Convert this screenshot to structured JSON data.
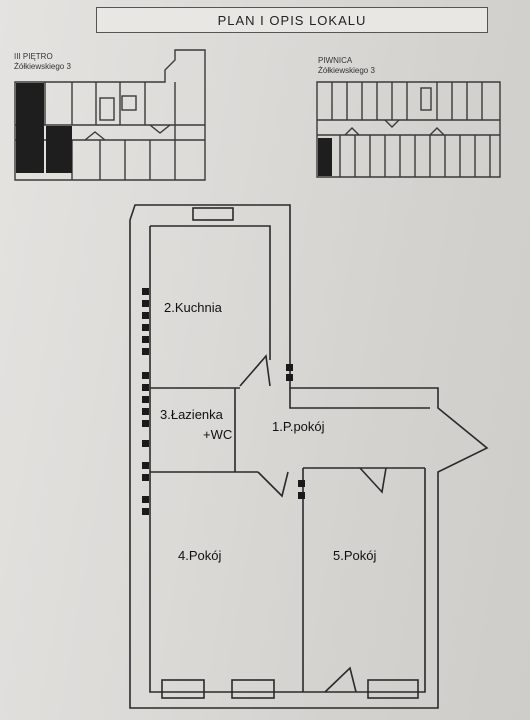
{
  "document": {
    "title": "PLAN I OPIS LOKALU"
  },
  "floor_plan_top_left": {
    "floor": "III PIĘTRO",
    "address": "Żółkiewskiego 3"
  },
  "floor_plan_top_right": {
    "floor": "PIWNICA",
    "address": "Żółkiewskiego 3"
  },
  "rooms": [
    {
      "label": "1.P.pokój"
    },
    {
      "label": "2.Kuchnia"
    },
    {
      "label": "3.Łazienka"
    },
    {
      "label": "+WC"
    },
    {
      "label": "4.Pokój"
    },
    {
      "label": "5.Pokój"
    }
  ],
  "colors": {
    "wall": "#2a2a2a",
    "marked_area": "#1e1e1e",
    "paper": "#e2e1de"
  }
}
